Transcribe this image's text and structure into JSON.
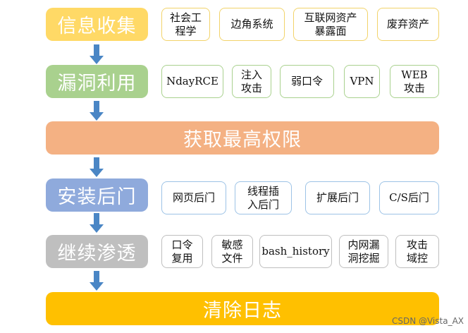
{
  "stages": [
    {
      "label": "信息收集",
      "color": "#ffd966"
    },
    {
      "label": "漏洞利用",
      "color": "#a9d18e"
    },
    {
      "label": "获取最高权限",
      "color": "#f4b183"
    },
    {
      "label": "安装后门",
      "color": "#8faadc"
    },
    {
      "label": "继续渗透",
      "color": "#bfbfbf"
    },
    {
      "label": "清除日志",
      "color": "#ffc000"
    }
  ],
  "items": {
    "recon": [
      "社会工\n程学",
      "边角系统",
      "互联网资产\n暴露面",
      "废弃资产"
    ],
    "exploit": [
      "NdayRCE",
      "注入\n攻击",
      "弱口令",
      "VPN",
      "WEB\n攻击"
    ],
    "backdoor": [
      "网页后门",
      "线程插\n入后门",
      "扩展后门",
      "C/S后门"
    ],
    "pivot": [
      "口令\n复用",
      "敏感\n文件",
      "bash_history",
      "内网漏\n洞挖掘",
      "攻击\n域控"
    ]
  },
  "arrow_color": "#4a86c5",
  "watermark": "CSDN @Vista_AX"
}
